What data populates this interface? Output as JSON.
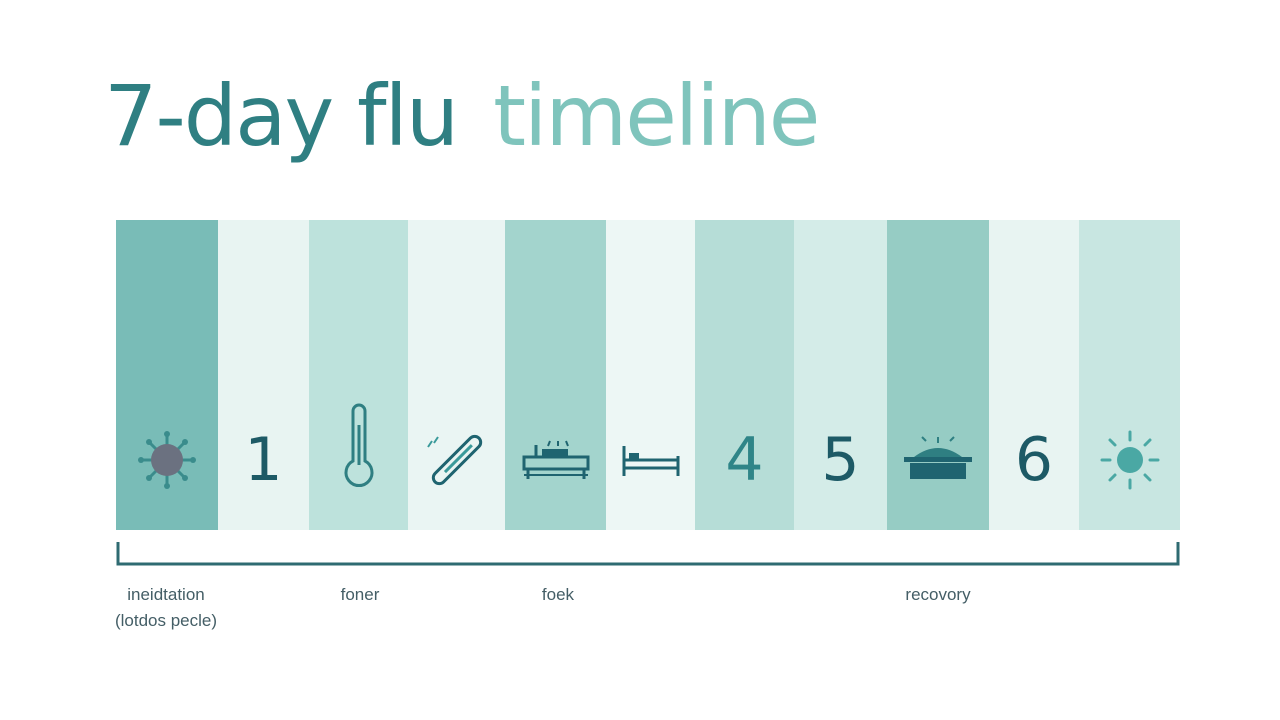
{
  "title": {
    "part1": "7-day flu",
    "part2": "timeline"
  },
  "days": [
    {
      "icon": "virus-icon",
      "number": "",
      "color": "#79bcb7"
    },
    {
      "icon": "",
      "number": "1",
      "color": "#e8f4f2"
    },
    {
      "icon": "thermometer-icon",
      "number": "",
      "color": "#bde2dc"
    },
    {
      "icon": "medication-stick-icon",
      "number": "",
      "color": "#eaf5f3"
    },
    {
      "icon": "bed-icon",
      "number": "",
      "color": "#a3d4cd"
    },
    {
      "icon": "bed-icon",
      "number": "",
      "color": "#edf7f5"
    },
    {
      "icon": "",
      "number": "4",
      "color": "#b6ddd7"
    },
    {
      "icon": "",
      "number": "5",
      "color": "#d4ece8"
    },
    {
      "icon": "soup-pot-icon",
      "number": "",
      "color": "#96ccc4"
    },
    {
      "icon": "",
      "number": "6",
      "color": "#e8f4f2"
    },
    {
      "icon": "sun-icon",
      "number": "",
      "color": "#c8e6e1"
    }
  ],
  "phases": [
    {
      "label_line1": "ineidtation",
      "label_line2": "(lotdos pecle)"
    },
    {
      "label_line1": "foner",
      "label_line2": ""
    },
    {
      "label_line1": "foek",
      "label_line2": ""
    },
    {
      "label_line1": "recovory",
      "label_line2": ""
    }
  ],
  "colors": {
    "title_dark": "#2f7f82",
    "title_light": "#7fc4bc",
    "icon_dark": "#1f6470",
    "icon_teal": "#3a9a9a",
    "bracket": "#2f6b72"
  }
}
